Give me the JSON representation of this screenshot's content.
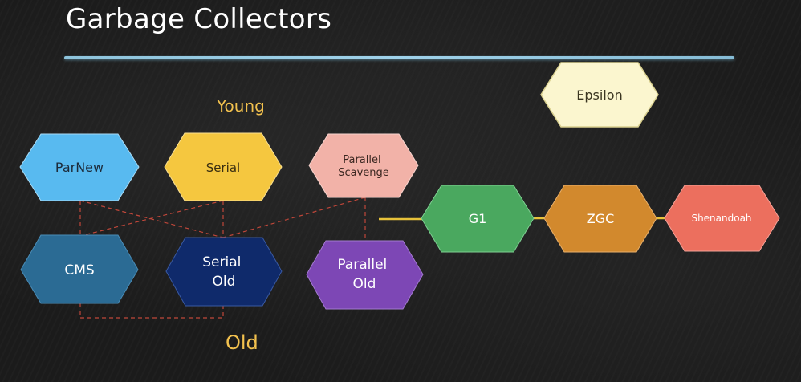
{
  "slide": {
    "title": "Garbage Collectors"
  },
  "regions": {
    "young_label": "Young",
    "old_label": "Old"
  },
  "nodes": [
    {
      "id": "parnew",
      "lines": [
        "ParNew"
      ],
      "fill": "#58baf0",
      "text_color": "#1c2b3a"
    },
    {
      "id": "serial",
      "lines": [
        "Serial"
      ],
      "fill": "#f5c73f",
      "text_color": "#3a2e10"
    },
    {
      "id": "parallel-scavenge",
      "lines": [
        "Parallel",
        "Scavenge"
      ],
      "fill": "#f2b2a8",
      "text_color": "#3a2620"
    },
    {
      "id": "cms",
      "lines": [
        "CMS"
      ],
      "fill": "#2b6b94",
      "text_color": "#ffffff"
    },
    {
      "id": "serial-old",
      "lines": [
        "Serial",
        "Old"
      ],
      "fill": "#0f2a6b",
      "text_color": "#ffffff"
    },
    {
      "id": "parallel-old",
      "lines": [
        "Parallel",
        "Old"
      ],
      "fill": "#7d47b5",
      "text_color": "#ffffff"
    },
    {
      "id": "epsilon",
      "lines": [
        "Epsilon"
      ],
      "fill": "#fbf6cf",
      "text_color": "#3a3520"
    },
    {
      "id": "g1",
      "lines": [
        "G1"
      ],
      "fill": "#4aa85f",
      "text_color": "#ffffff"
    },
    {
      "id": "zgc",
      "lines": [
        "ZGC"
      ],
      "fill": "#d2892d",
      "text_color": "#ffffff"
    },
    {
      "id": "shenandoah",
      "lines": [
        "Shenandoah"
      ],
      "fill": "#ec6f5e",
      "text_color": "#ffffff"
    }
  ],
  "connections": [
    {
      "from": "parnew",
      "to": "cms",
      "style": "dashed"
    },
    {
      "from": "parnew",
      "to": "serial-old",
      "style": "dashed"
    },
    {
      "from": "serial",
      "to": "cms",
      "style": "dashed"
    },
    {
      "from": "serial",
      "to": "serial-old",
      "style": "dashed"
    },
    {
      "from": "parallel-scavenge",
      "to": "serial-old",
      "style": "dashed"
    },
    {
      "from": "parallel-scavenge",
      "to": "parallel-old",
      "style": "dashed"
    },
    {
      "from": "cms",
      "to": "serial-old",
      "style": "dashed"
    },
    {
      "from": "g1",
      "to": "zgc",
      "style": "solid"
    },
    {
      "from": "zgc",
      "to": "shenandoah",
      "style": "solid"
    }
  ],
  "colors": {
    "dashed_line": "#c0473a",
    "solid_line": "#e8c23a",
    "rule": "#9fd2ea",
    "region_label": "#f2c14e"
  }
}
